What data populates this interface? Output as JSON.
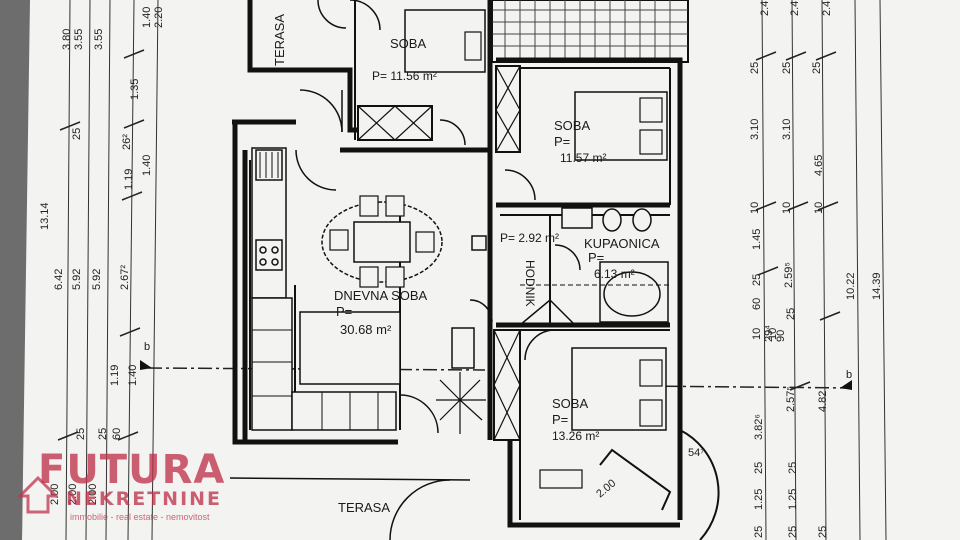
{
  "rooms": {
    "terasa_top": "TERASA",
    "soba_top": "SOBA",
    "soba_top_area": "P= 11.56 m²",
    "soba_right": "SOBA",
    "soba_right_p": "P=",
    "soba_right_area": "11.57 m²",
    "hodnik": "HODNIK",
    "hodnik_area": "P= 2.92 m²",
    "kupaonica": "KUPAONICA",
    "kupaonica_p": "P=",
    "kupaonica_area": "6.13 m²",
    "dnevna": "DNEVNA SOBA",
    "dnevna_p": "P=",
    "dnevna_area": "30.68 m²",
    "soba_bottom": "SOBA",
    "soba_bottom_p": "P=",
    "soba_bottom_area": "13.26 m²",
    "terasa_bottom": "TERASA"
  },
  "dims_left_outer": [
    "3.80",
    "3.55",
    "3.55",
    "6.42",
    "5.92",
    "5.92",
    "2.00",
    "2.00",
    "2.00"
  ],
  "dims_left_mid": [
    "1.40",
    "2.20",
    "1.35",
    "26²",
    "1.40",
    "1.19",
    "2.67²",
    "1.40",
    "1.19",
    "25",
    "60"
  ],
  "dims_left_small": [
    "13.14",
    "25",
    "25"
  ],
  "dims_right_1": [
    "25",
    "3.10",
    "10",
    "1.45",
    "25",
    "60",
    "10",
    "10",
    "3.82⁶",
    "25",
    "1.25",
    "25"
  ],
  "dims_right_2": [
    "2.4",
    "25",
    "3.10",
    "10",
    "2.59⁵",
    "25",
    "2.57⁵",
    "25",
    "1.25",
    "25"
  ],
  "dims_right_3": [
    "2.4",
    "25",
    "4.65",
    "10",
    "10.22",
    "4.82",
    "25"
  ],
  "dims_right_4": [
    "2.4",
    "14.39"
  ],
  "dims_misc": [
    "29⁴",
    "90",
    "54⁷",
    "2.00"
  ],
  "section_marks": [
    "b",
    "b"
  ],
  "brand": {
    "main": "FUTURA",
    "sub": "NEKRETNINE",
    "tag": "immobilie - real estate - nemovitost"
  }
}
